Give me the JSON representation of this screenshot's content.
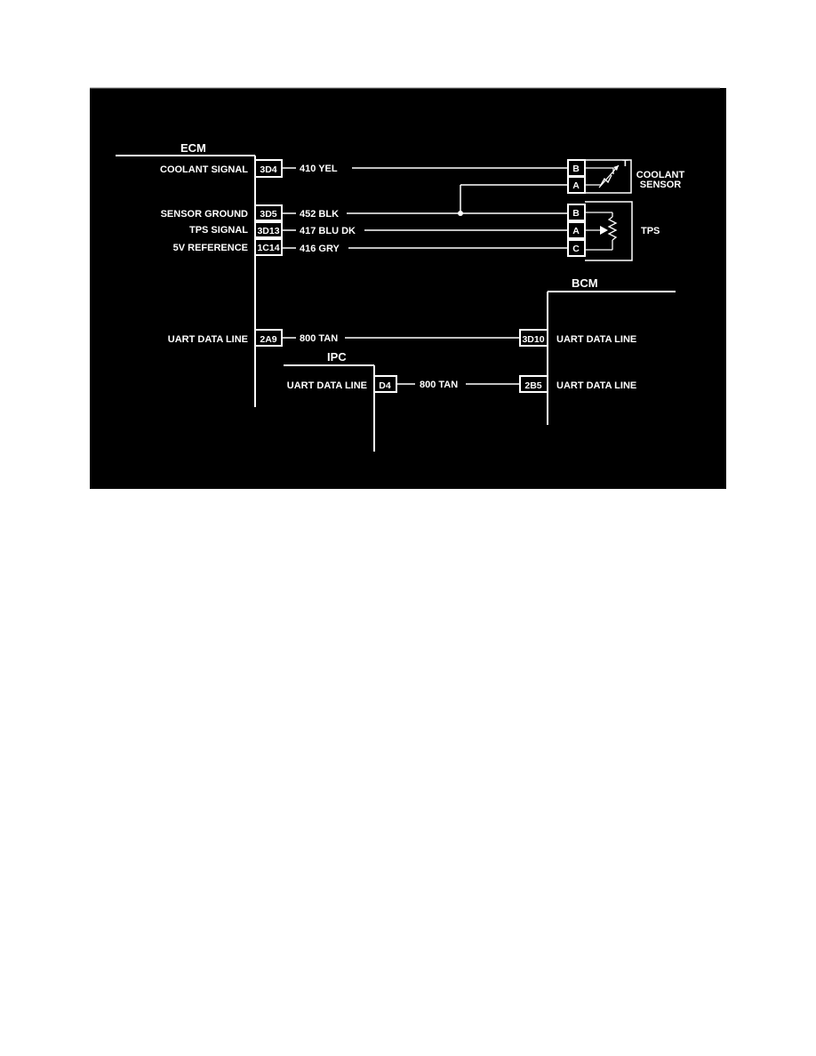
{
  "colors": {
    "background": "#000000",
    "line": "#ffffff",
    "page": "#ffffff"
  },
  "ecm": {
    "title": "ECM",
    "signals": [
      "COOLANT SIGNAL",
      "SENSOR GROUND",
      "TPS SIGNAL",
      "5V REFERENCE",
      "UART DATA LINE"
    ],
    "pins": [
      "3D4",
      "3D5",
      "3D13",
      "1C14",
      "2A9"
    ]
  },
  "wires": [
    "410 YEL",
    "452 BLK",
    "417 BLU DK",
    "416 GRY",
    "800 TAN",
    "800 TAN"
  ],
  "coolant_sensor": {
    "label_line1": "COOLANT",
    "label_line2": "SENSOR",
    "pins": [
      "B",
      "A"
    ],
    "temp_symbol": "T"
  },
  "tps": {
    "label": "TPS",
    "pins": [
      "B",
      "A",
      "C"
    ]
  },
  "bcm": {
    "title": "BCM",
    "signals": [
      "UART DATA LINE",
      "UART DATA LINE"
    ],
    "pins": [
      "3D10",
      "2B5"
    ]
  },
  "ipc": {
    "title": "IPC",
    "signal": "UART DATA LINE",
    "pin": "D4"
  }
}
